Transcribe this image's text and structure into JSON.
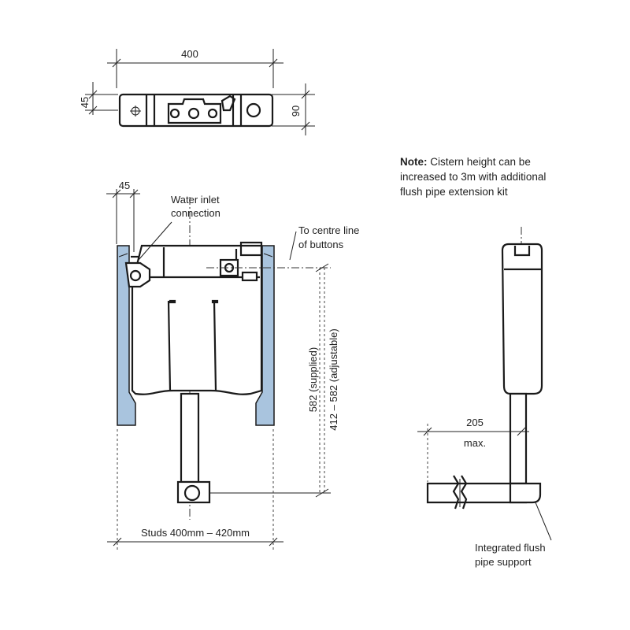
{
  "dimensions": {
    "top_width": "400",
    "top_left_depth": "45",
    "top_right_depth": "90",
    "front_offset": "45",
    "supplied_height": "582 (supplied)",
    "adjustable_height": "412 – 582 (adjustable)",
    "studs": "Studs 400mm – 420mm",
    "side_offset": "205",
    "side_offset_note": "max."
  },
  "labels": {
    "water_inlet_line1": "Water inlet",
    "water_inlet_line2": "connection",
    "centre_line1": "To centre line",
    "centre_line2": "of buttons",
    "support_line1": "Integrated flush",
    "support_line2": "pipe support"
  },
  "note": {
    "bold": "Note:",
    "line1": " Cistern height can be",
    "line2": "increased to 3m with additional",
    "line3": "flush pipe extension kit"
  },
  "colors": {
    "stud_fill": "#a9c4de",
    "line": "#1a1a1a"
  }
}
